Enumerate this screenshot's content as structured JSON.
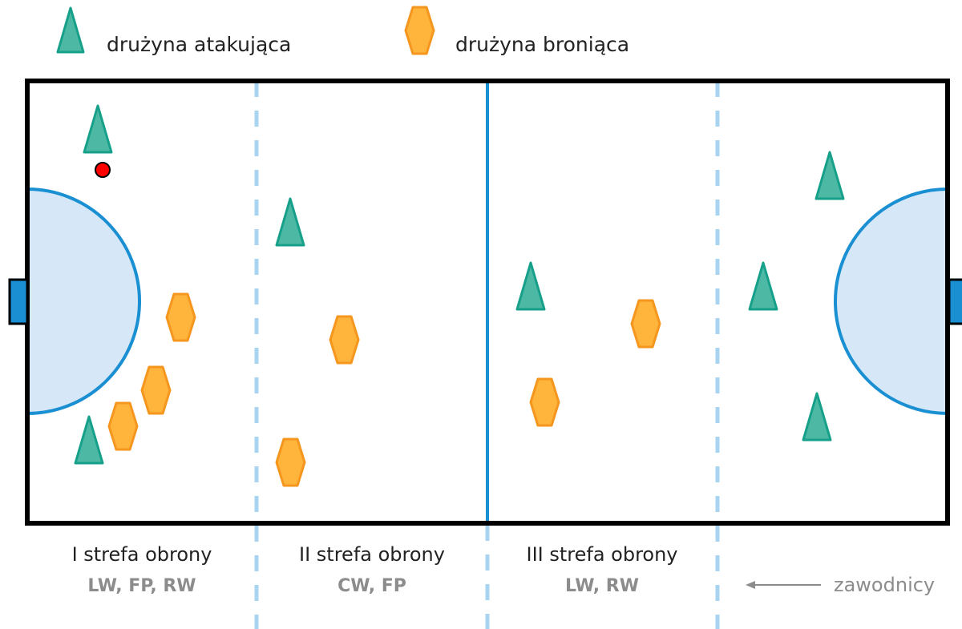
{
  "legend": {
    "attacking_label": "drużyna atakująca",
    "defending_label": "drużyna broniąca"
  },
  "zones": [
    {
      "title": "I strefa obrony",
      "players": "LW, FP, RW"
    },
    {
      "title": "II strefa obrony",
      "players": "CW, FP"
    },
    {
      "title": "III strefa obrony",
      "players": "LW, RW"
    }
  ],
  "players_note": "zawodnicy",
  "colors": {
    "attacker_fill": "#4db8a4",
    "attacker_stroke": "#16a08a",
    "defender_fill": "#ffb43c",
    "defender_stroke": "#f5961e",
    "field_line": "#000000",
    "center_line": "#1a8fd1",
    "zone_line": "#a8d4f2",
    "goal_area_fill": "#d6e8f8",
    "goal_area_stroke": "#1a8fd1",
    "ball": "#ff0000"
  },
  "icons": {
    "attacker": "triangle-icon",
    "defender": "hexagon-icon",
    "ball": "ball-icon",
    "arrow": "arrow-left-icon"
  }
}
